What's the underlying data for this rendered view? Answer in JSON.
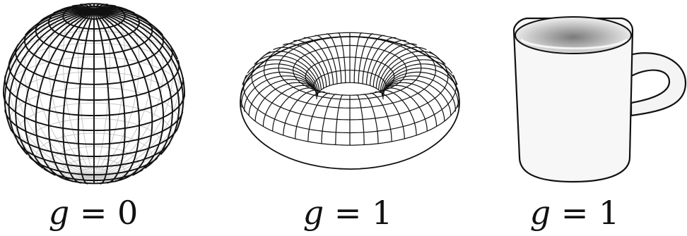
{
  "captions": [
    {
      "var": "g",
      "op": "=",
      "value": "0"
    },
    {
      "var": "g",
      "op": "=",
      "value": "1"
    },
    {
      "var": "g",
      "op": "=",
      "value": "1"
    }
  ],
  "colors": {
    "line": "#111111",
    "back_line": "#c8c8c8",
    "mug_fill": "#f6f6f6",
    "shadow": "#9a9a9a"
  }
}
